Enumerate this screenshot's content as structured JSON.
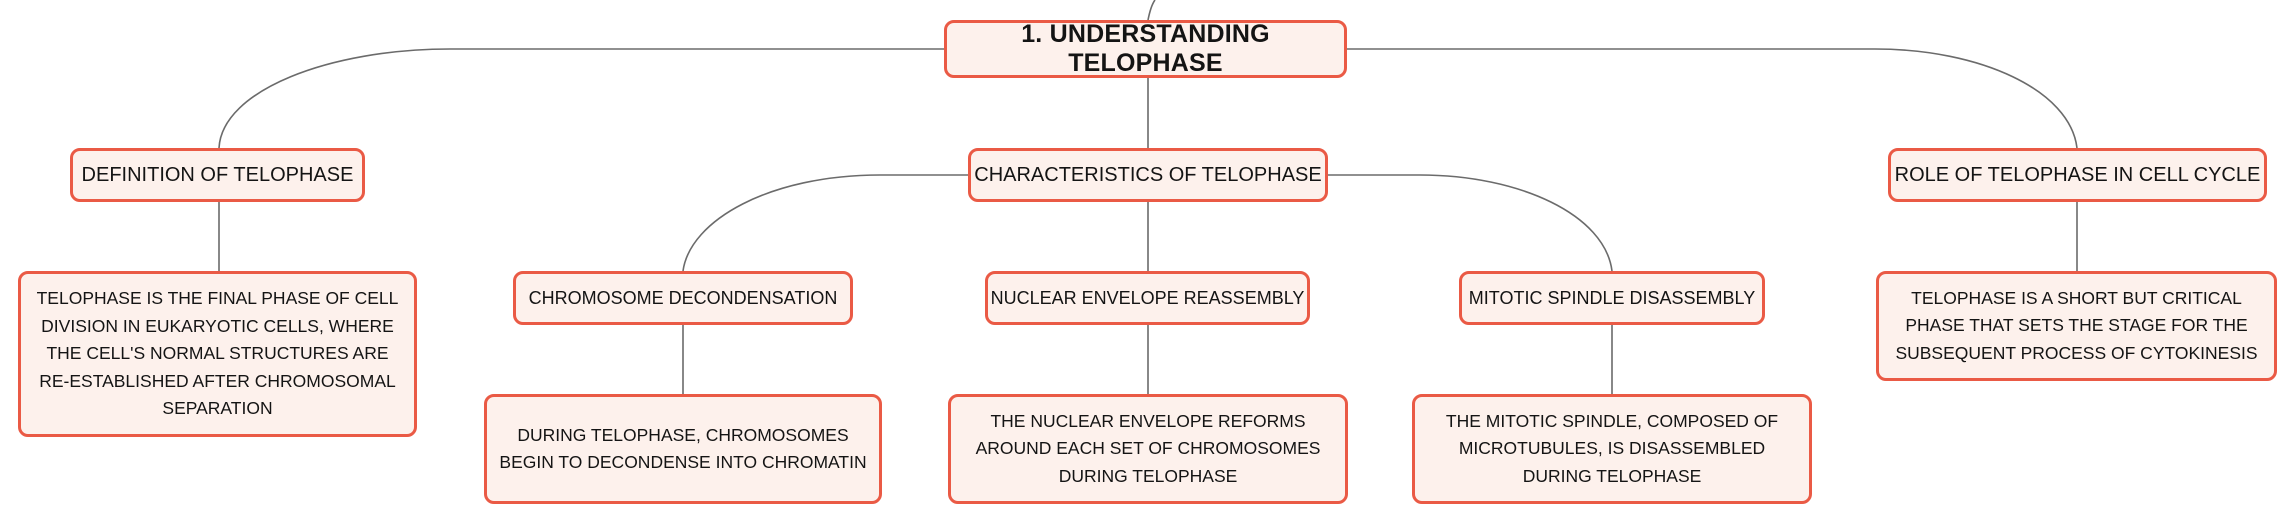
{
  "colors": {
    "node_fill": "#fdf1ec",
    "node_border": "#ea5a45",
    "connector": "#6b6b6b",
    "text": "#141414"
  },
  "mindmap": {
    "root": {
      "label": "1. UNDERSTANDING TELOPHASE"
    },
    "branches": {
      "definition": {
        "label": "DEFINITION OF TELOPHASE",
        "detail": "TELOPHASE IS THE FINAL PHASE OF CELL DIVISION IN EUKARYOTIC CELLS, WHERE THE CELL'S NORMAL STRUCTURES ARE RE-ESTABLISHED AFTER CHROMOSOMAL SEPARATION"
      },
      "characteristics": {
        "label": "CHARACTERISTICS OF TELOPHASE",
        "children": {
          "decondensation": {
            "label": "CHROMOSOME DECONDENSATION",
            "detail": "DURING TELOPHASE, CHROMOSOMES BEGIN TO DECONDENSE INTO CHROMATIN"
          },
          "envelope": {
            "label": "NUCLEAR ENVELOPE REASSEMBLY",
            "detail": "THE NUCLEAR ENVELOPE REFORMS AROUND EACH SET OF CHROMOSOMES DURING TELOPHASE"
          },
          "spindle": {
            "label": "MITOTIC SPINDLE DISASSEMBLY",
            "detail": "THE MITOTIC SPINDLE, COMPOSED OF MICROTUBULES, IS DISASSEMBLED DURING TELOPHASE"
          }
        }
      },
      "role": {
        "label": "ROLE OF TELOPHASE IN CELL CYCLE",
        "detail": "TELOPHASE IS A SHORT BUT CRITICAL PHASE THAT SETS THE STAGE FOR THE SUBSEQUENT PROCESS OF CYTOKINESIS"
      }
    }
  }
}
